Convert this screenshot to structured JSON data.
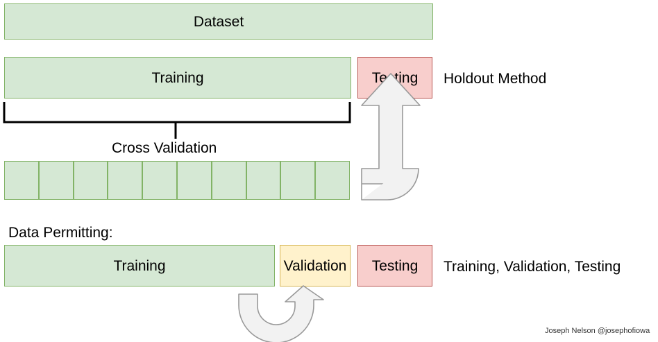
{
  "diagram": {
    "title_text": "Dataset",
    "credit": "Joseph Nelson @josephofiowa",
    "colors": {
      "green_fill": "#d5e8d4",
      "green_stroke": "#82b366",
      "red_fill": "#f8cecc",
      "red_stroke": "#b85450",
      "yellow_fill": "#fff2cc",
      "yellow_stroke": "#d6b656",
      "arrow_fill": "#f2f2f2",
      "arrow_stroke": "#999999",
      "bracket_stroke": "#000000"
    },
    "rows": {
      "dataset": {
        "label": "Dataset"
      },
      "holdout": {
        "training_label": "Training",
        "testing_label": "Testing",
        "side_label": "Holdout Method"
      },
      "cross_validation": {
        "label": "Cross Validation",
        "fold_count": 10,
        "folds": [
          "",
          "",
          "",
          "",
          "",
          "",
          "",
          "",
          "",
          ""
        ]
      },
      "data_permitting": {
        "section_label": "Data Permitting:",
        "training_label": "Training",
        "validation_label": "Validation",
        "testing_label": "Testing",
        "side_label": "Training, Validation, Testing"
      }
    },
    "arrows": {
      "holdout_arrow_name": "bent-up-arrow",
      "validation_arrow_name": "u-turn-arrow"
    }
  }
}
